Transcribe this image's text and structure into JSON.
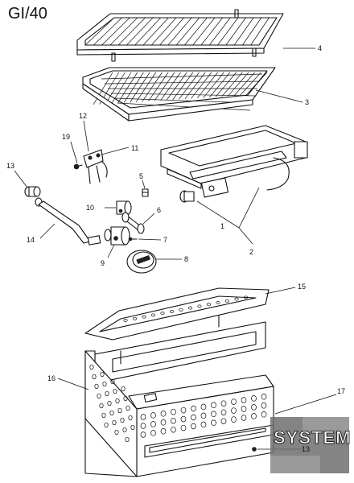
{
  "title": "GI/40",
  "callouts": {
    "c1": "1",
    "c2": "2",
    "c3": "3",
    "c4": "4",
    "c5": "5",
    "c6": "6",
    "c7": "7",
    "c8": "8",
    "c9": "9",
    "c10": "10",
    "c11": "11",
    "c12": "12",
    "c13a": "13",
    "c13b": "13",
    "c14": "14",
    "c15": "15",
    "c16": "16",
    "c17": "17",
    "c19": "19"
  },
  "watermark": {
    "text": "SYSTEM"
  }
}
